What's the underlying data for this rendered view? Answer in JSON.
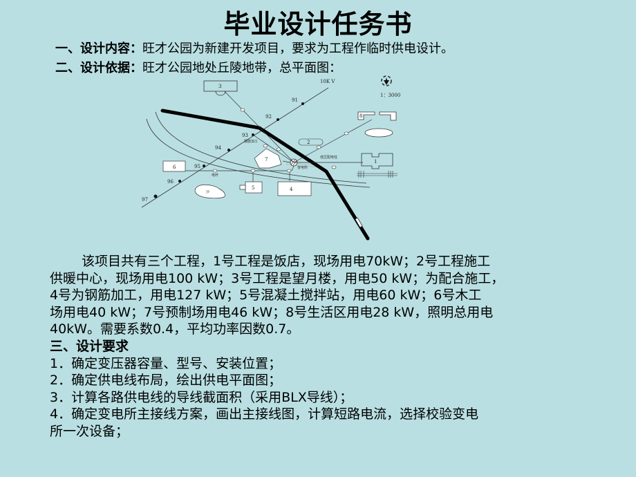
{
  "title": "毕业设计任务书",
  "section1": {
    "heading": "一、设计内容：",
    "text": "旺才公园为新建开发项目，要求为工程作临时供电设计。"
  },
  "section2": {
    "heading": "二、设计依据：",
    "text": "旺才公园地处丘陵地带，总平面图："
  },
  "diagram": {
    "voltage_label": "10K V",
    "scale_label": "1：3000",
    "pole_labels": [
      "91",
      "92",
      "93",
      "94",
      "95",
      "96",
      "97"
    ],
    "building_labels": [
      "1",
      "2",
      "3",
      "4",
      "5",
      "6",
      "7",
      "8"
    ],
    "pond_label": "沙",
    "small_labels": {
      "rebar": "钢筋加工",
      "distribution": "低压配电柱",
      "substation": "变电所",
      "pole": "电杆"
    }
  },
  "description": [
    "该项目共有三个工程，1号工程是饭店，现场用电70kW；2号工程施工",
    "供暖中心，现场用电100 kW；3号工程是望月楼，用电50 kW；为配合施工，",
    "4号为钢筋加工，用电127 kW；5号混凝土搅拌站，用电60 kW；6号木工",
    "场用电40 kW；7号预制场用电46 kW；8号生活区用电28 kW，照明总用电",
    "40kW。需要系数0.4，平均功率因数0.7。"
  ],
  "section3": {
    "heading": "三、设计要求",
    "items": [
      "1．确定变压器容量、型号、安装位置；",
      "2．确定供电线布局，绘出供电平面图；",
      "3．计算各路供电线的导线截面积（采用BLX导线）；",
      "4．确定变电所主接线方案，画出主接线图，计算短路电流，选择校验变电",
      "所一次设备；"
    ]
  }
}
